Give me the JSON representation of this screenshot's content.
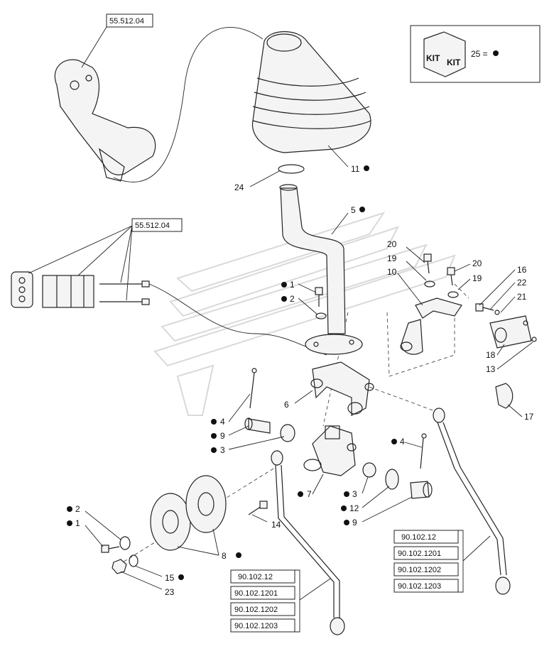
{
  "kit_legend": {
    "badge_top": "KIT",
    "badge_bottom": "KIT",
    "label": "25 ="
  },
  "refs": {
    "top_left": "55.512.04",
    "mid_left": "55.512.04",
    "right_group": [
      "90.102.12",
      "90.102.1201",
      "90.102.1202",
      "90.102.1203"
    ],
    "bottom_group": [
      "90.102.12",
      "90.102.1201",
      "90.102.1202",
      "90.102.1203"
    ]
  },
  "labels": {
    "l11": "11",
    "l24": "24",
    "l5": "5",
    "l1a": "1",
    "l2a": "2",
    "l20a": "20",
    "l19a": "19",
    "l10": "10",
    "l20b": "20",
    "l19b": "19",
    "l16": "16",
    "l22": "22",
    "l21": "21",
    "l18": "18",
    "l13": "13",
    "l6": "6",
    "l4a": "4",
    "l9a": "9",
    "l3a": "3",
    "l17": "17",
    "l4b": "4",
    "l7": "7",
    "l3b": "3",
    "l12": "12",
    "l9b": "9",
    "l2b": "2",
    "l1b": "1",
    "l14": "14",
    "l8": "8",
    "l15": "15",
    "l23": "23"
  }
}
